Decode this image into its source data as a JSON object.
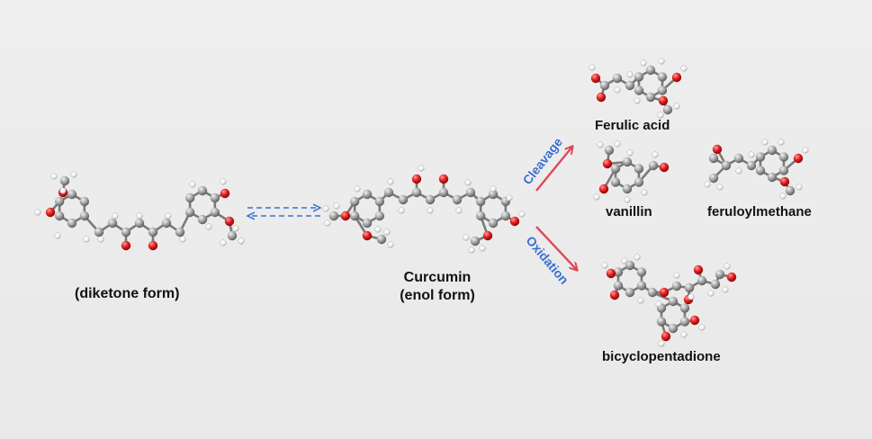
{
  "labels": {
    "diketone": "(diketone form)",
    "curcumin": "Curcumin",
    "enol": "(enol form)",
    "ferulic_acid": "Ferulic acid",
    "vanillin": "vanillin",
    "feruloylmethane": "feruloylmethane",
    "bicyclopentadione": "bicyclopentadione"
  },
  "pathways": {
    "cleavage": "Cleavage",
    "oxidation": "Oxidation"
  },
  "colors": {
    "carbon": "#9a9a9a",
    "oxygen": "#e11b1b",
    "hydrogen": "#ffffff",
    "bond": "#7a7a7a",
    "reaction_arrow": "#e0475a",
    "pathway_text": "#3b6fd0",
    "equilibrium_arrow": "#3b6fd0"
  }
}
